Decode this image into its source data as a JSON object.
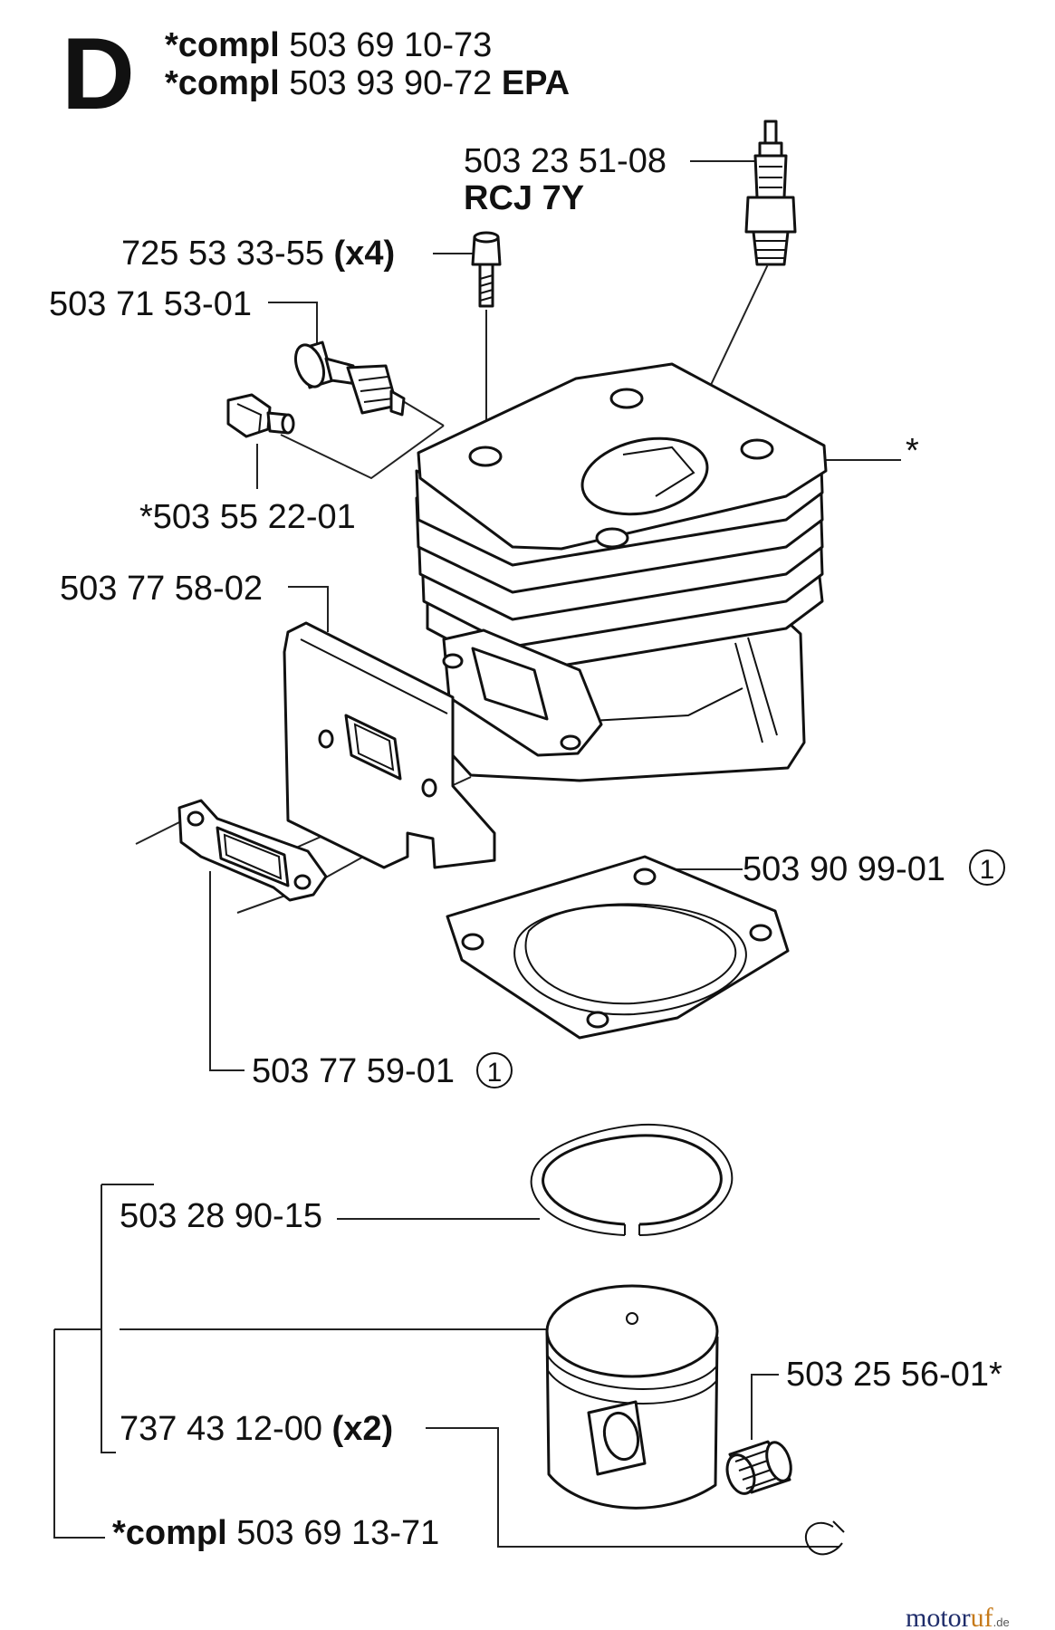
{
  "section_letter": "D",
  "header": {
    "line1": {
      "prefix": "*compl",
      "number": "503 69 10-73"
    },
    "line2": {
      "prefix": "*compl",
      "number": "503 93 90-72",
      "suffix": "EPA"
    }
  },
  "parts": {
    "spark_plug": {
      "number": "503 23 51-08",
      "type": "RCJ 7Y"
    },
    "screw": {
      "number": "725 53 33-55",
      "qty": "(x4)"
    },
    "decomp_valve": {
      "number": "503 71 53-01"
    },
    "plug_screw": {
      "number": "*503 55 22-01"
    },
    "cylinder": {
      "number": "*"
    },
    "heat_shield": {
      "number": "503 77 58-02"
    },
    "cylinder_gasket": {
      "number": "503 90 99-01",
      "note": "1"
    },
    "muffler_gasket": {
      "number": "503 77 59-01",
      "note": "1"
    },
    "piston_ring": {
      "number": "503 28 90-15"
    },
    "needle_bearing": {
      "number": "503 25 56-01*"
    },
    "circlip": {
      "number": "737 43 12-00",
      "qty": "(x2)"
    },
    "piston_kit": {
      "prefix": "*compl",
      "number": "503 69 13-71"
    }
  },
  "watermark": {
    "part1": "motor",
    "part2": "uf",
    "tld": ".de"
  }
}
